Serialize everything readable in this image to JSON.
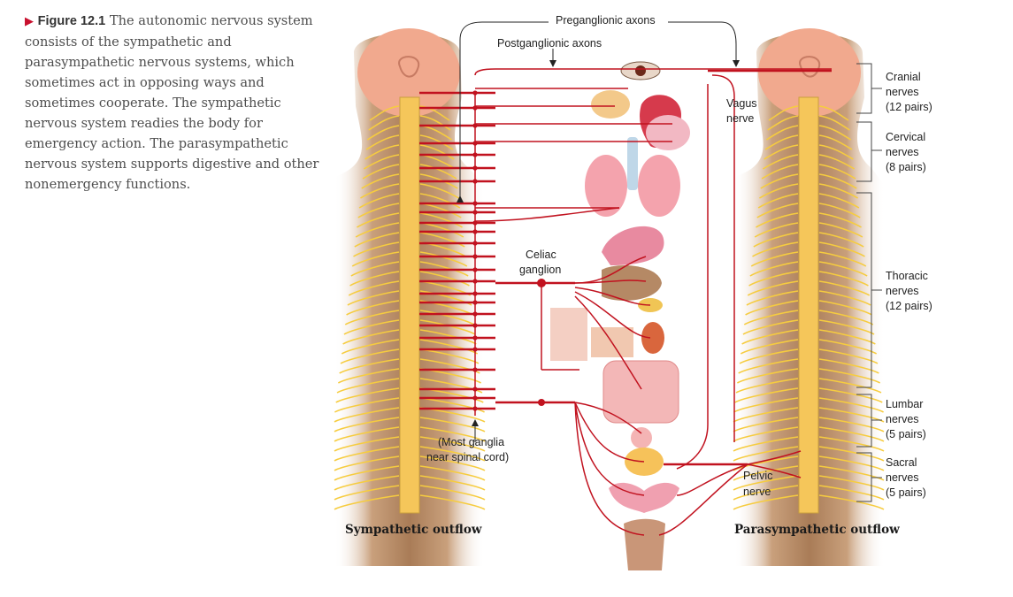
{
  "caption": {
    "figure_label": "Figure 12.1",
    "text": "The autonomic nervous system consists of the sympathetic and parasympathetic nervous systems, which sometimes act in opposing ways and sometimes cooperate. The sympathetic nervous system readies the body for emergency action. The parasympathetic nervous system supports digestive and other nonemergency functions."
  },
  "labels": {
    "preganglionic": "Preganglionic axons",
    "postganglionic": "Postganglionic axons",
    "vagus_line1": "Vagus",
    "vagus_line2": "nerve",
    "celiac_line1": "Celiac",
    "celiac_line2": "ganglion",
    "ganglia_line1": "(Most ganglia",
    "ganglia_line2": "near spinal cord)",
    "pelvic_line1": "Pelvic",
    "pelvic_line2": "nerve",
    "sympathetic_outflow": "Sympathetic outflow",
    "parasympathetic_outflow": "Parasympathetic outflow"
  },
  "spinal_regions": [
    {
      "name": "Cranial",
      "line2": "nerves",
      "line3": "(12 pairs)"
    },
    {
      "name": "Cervical",
      "line2": "nerves",
      "line3": "(8 pairs)"
    },
    {
      "name": "Thoracic",
      "line2": "nerves",
      "line3": "(12 pairs)"
    },
    {
      "name": "Lumbar",
      "line2": "nerves",
      "line3": "(5 pairs)"
    },
    {
      "name": "Sacral",
      "line2": "nerves",
      "line3": "(5 pairs)"
    }
  ],
  "colors": {
    "nerve": "#c1121f",
    "spine": "#f2c14e",
    "body": "#b8875f",
    "brain": "#f4b49a"
  }
}
